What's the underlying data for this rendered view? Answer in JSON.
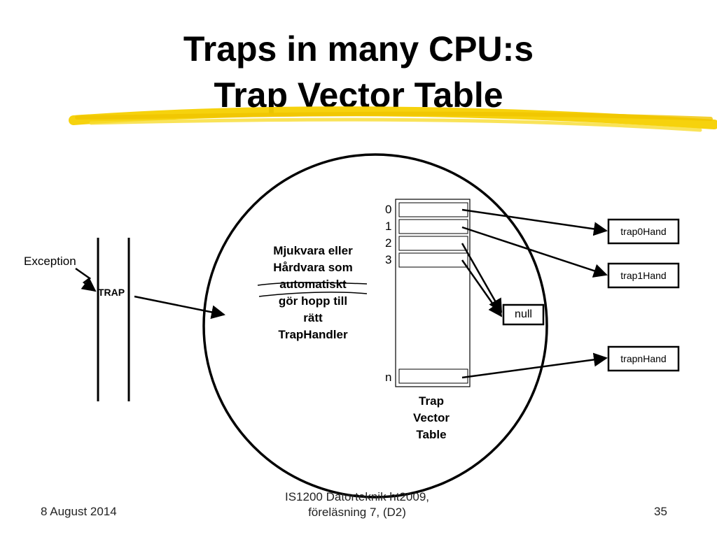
{
  "slide": {
    "title_line1": "Traps in many CPU:s",
    "title_line2": "Trap Vector Table",
    "exception_label": "Exception",
    "trap_label": "TRAP",
    "description_lines": [
      "Mjukvara eller",
      "Hårdvara som",
      "automatiskt",
      "gör hopp till",
      "rätt",
      "TrapHandler"
    ],
    "table_indices": [
      "0",
      "1",
      "2",
      "3",
      "n"
    ],
    "table_caption_lines": [
      "Trap",
      "Vector",
      "Table"
    ],
    "handlers": {
      "trap0": "trap0Hand",
      "trap1": "trap1Hand",
      "null": "null",
      "trapn": "trapnHand"
    },
    "colors": {
      "highlight": "#f5d000",
      "ink": "#000000"
    }
  },
  "footer": {
    "date": "8 August 2014",
    "course_line1": "IS1200 Datorteknik ht2009,",
    "course_line2": "föreläsning 7, (D2)",
    "page_number": "35"
  }
}
